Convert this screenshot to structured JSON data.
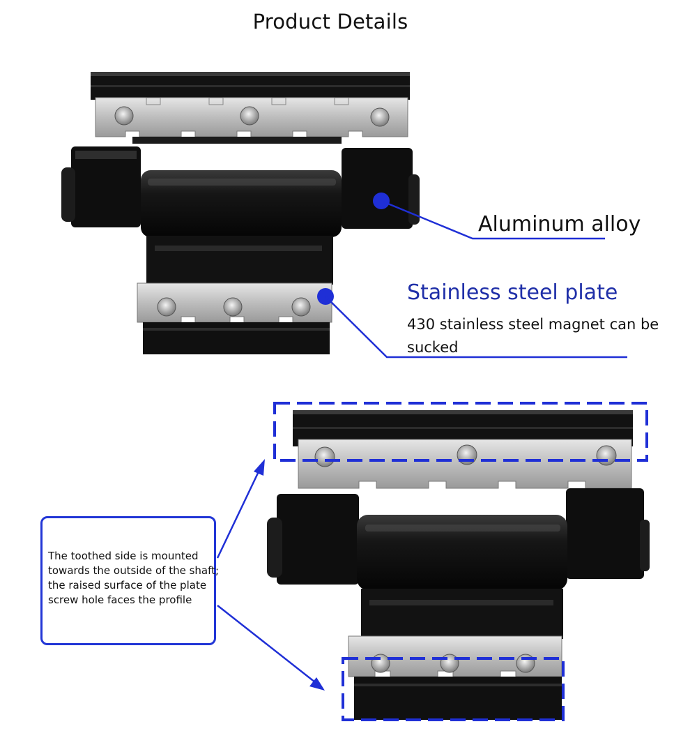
{
  "title": "Product Details",
  "labels": {
    "aluminum": "Aluminum alloy",
    "stainless_title": "Stainless steel plate",
    "stainless_sub": "430 stainless steel magnet can be sucked"
  },
  "callout": {
    "text": "The toothed side is mounted towards the outside of the shaft; the raised surface of the plate screw hole faces the profile"
  },
  "colors": {
    "accent_blue": "#1f2fd6",
    "label_blue": "#1f2fa8",
    "hinge_black": "#111111",
    "steel": "#c9c9c9"
  },
  "icons": [
    "marker-dot",
    "dashed-highlight-box",
    "arrow-head"
  ]
}
